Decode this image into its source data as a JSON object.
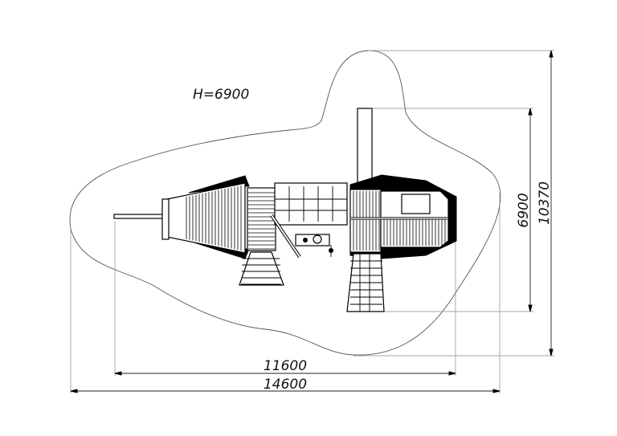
{
  "drawing": {
    "height_label": "H=6900",
    "dimensions": {
      "width_inner": "11600",
      "width_outer": "14600",
      "depth_inner": "6900",
      "depth_outer": "10370"
    },
    "colors": {
      "line": "#000000",
      "outline": "#888888"
    }
  }
}
